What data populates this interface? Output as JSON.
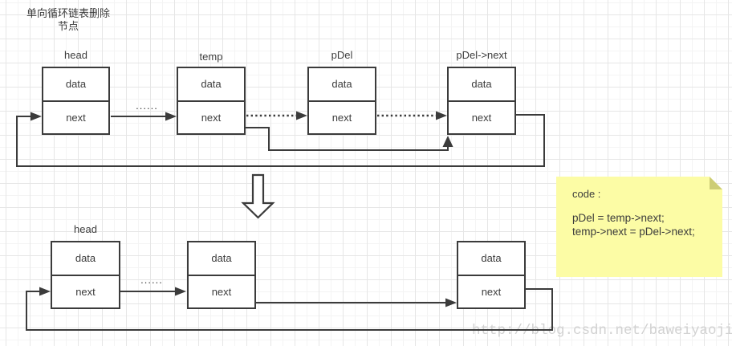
{
  "title": {
    "line1": "单向循环链表删除",
    "line2": "节点"
  },
  "diagram": {
    "before": {
      "nodes": [
        {
          "label": "head",
          "data_field": "data",
          "next_field": "next"
        },
        {
          "label": "temp",
          "data_field": "data",
          "next_field": "next"
        },
        {
          "label": "pDel",
          "data_field": "data",
          "next_field": "next"
        },
        {
          "label": "pDel->next",
          "data_field": "data",
          "next_field": "next"
        }
      ],
      "ellipsis": "......"
    },
    "after": {
      "nodes": [
        {
          "label": "head",
          "data_field": "data",
          "next_field": "next"
        },
        {
          "data_field": "data",
          "next_field": "next"
        },
        {
          "data_field": "data",
          "next_field": "next"
        }
      ],
      "ellipsis": "......"
    }
  },
  "note": {
    "heading": "code :",
    "code_lines": [
      "pDel = temp->next;",
      "temp->next = pDel->next;"
    ]
  },
  "watermark": "http://blog.csdn.net/baweiyaoji",
  "colors": {
    "line": "#3b3b3b",
    "text": "#3c3c3c",
    "note_bg": "#fcfca5",
    "note_fold": "#cdcd76",
    "grid_minor": "#f4f4f4",
    "grid_major": "#e6e6e6",
    "watermark": "#d2d2d2"
  }
}
